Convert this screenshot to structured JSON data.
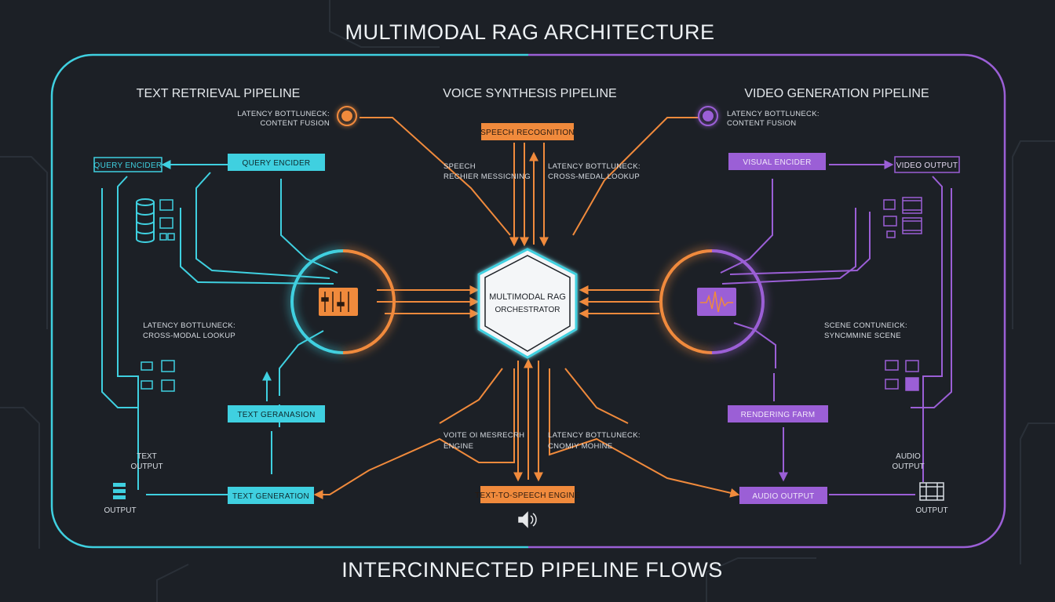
{
  "title": "MULTIMODAL RAG ARCHITECTURE",
  "footer": "INTERCINNECTED PIPELINE FLOWS",
  "colors": {
    "background": "#1c2026",
    "text_pipeline": "#3fd0e0",
    "voice_pipeline": "#f08a3c",
    "video_pipeline": "#9b5fd6"
  },
  "pipelines": {
    "text": "TEXT RETRIEVAL PIPELINE",
    "voice": "VOICE SYNTHESIS PIPELINE",
    "video": "VIDEO GENERATION PIPELINE"
  },
  "center": {
    "line1": "MULTIMODAL RAG",
    "line2": "ORCHESTRATOR"
  },
  "boxes": {
    "query_encoder_left": "QUERY ENCIDER",
    "query_encoder": "QUERY ENCIDER",
    "text_gen_1": "TEXT GERANASION",
    "text_gen_2": "TEXT GENERATION",
    "speech_recognition": "SPEECH RECOGNITION",
    "tts_engine": "TEXT-TO-SPEECH ENGINE",
    "visual_encoder": "VISUAL ENCIDER",
    "video_output": "VIDEO OUTPUT",
    "rendering_farm": "RENDERING FARM",
    "audio_output": "AUDIO OUTPUT"
  },
  "notes": {
    "tl_1": "LATENCY BOTTLUNECK:",
    "tl_2": "CONTENT FUSION",
    "tr_1": "LATENCY BOTTLUNECK:",
    "tr_2": "CONTENT FUSION",
    "speech_1": "SPEECH",
    "speech_2": "RECHIER MESSICNING",
    "vc_1": "LATENCY BOTTLUNECK:",
    "vc_2": "CROSS-MEDAL LOOKUP",
    "tm_1": "LATENCY BOTTLUNECK:",
    "tm_2": "CROSS-MODAL LOOKUP",
    "scene_1": "SCENE CONTUNEICK:",
    "scene_2": "SYNCMMINE SCENE",
    "voice_1": "VOITE OI MESRECRH",
    "voice_2": "ENGINE",
    "cm_1": "LATENCY BOTTLUNECK:",
    "cm_2": "CNOMIY MOHINE"
  },
  "outputs": {
    "text_out_1": "TEXT",
    "text_out_2": "OUTPUT",
    "output_left": "OUTPUT",
    "audio_out_1": "AUDIO",
    "audio_out_2": "OUTPUT",
    "output_right": "OUTPUT"
  },
  "icons": [
    "database-icon",
    "grid-icon",
    "speaker-icon",
    "film-icon",
    "waveform-icon",
    "mixer-icon",
    "stack-icon"
  ]
}
